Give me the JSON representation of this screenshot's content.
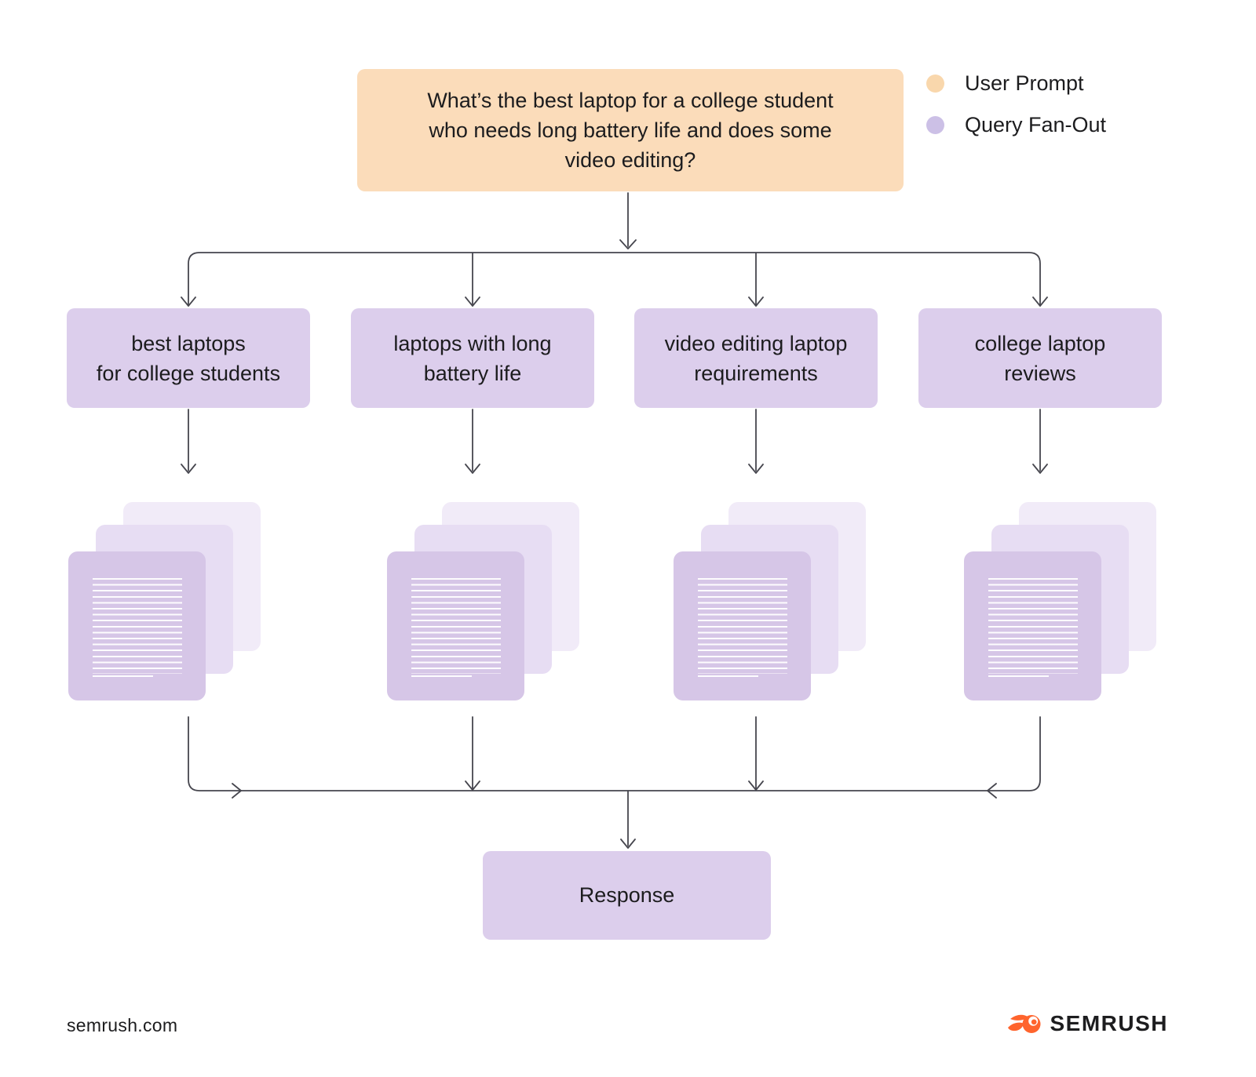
{
  "legend": {
    "items": [
      {
        "id": "user-prompt",
        "label": "User Prompt",
        "color": "#F9D7AC"
      },
      {
        "id": "query-fan-out",
        "label": "Query Fan-Out",
        "color": "#CCC0E6"
      }
    ]
  },
  "diagram": {
    "user_prompt": {
      "lines": [
        "What’s the best laptop for a college student",
        "who needs long battery life and does some",
        "video editing?"
      ]
    },
    "queries": [
      {
        "line1": "best laptops",
        "line2": "for college students"
      },
      {
        "line1": "laptops with long",
        "line2": "battery life"
      },
      {
        "line1": "video editing laptop",
        "line2": "requirements"
      },
      {
        "line1": "college laptop",
        "line2": "reviews"
      }
    ],
    "response_label": "Response"
  },
  "icons": {
    "documents": "document-stack-icon",
    "legend_user_prompt": "orange-dot-icon",
    "legend_query_fan_out": "purple-dot-icon",
    "brand": "semrush-flame-icon"
  },
  "footer": {
    "website": "semrush.com",
    "brand": "SEMRUSH"
  },
  "colors": {
    "user_prompt_fill": "#FBDCBA",
    "query_fill": "#DCCEEC",
    "legend_user_prompt": "#F9D7AC",
    "legend_query": "#CCC0E6",
    "doc_front": "#D6C6E7",
    "doc_mid": "#E7DDF3",
    "doc_back": "#F1EBF8",
    "connector": "#46464E",
    "text": "#1C1C1E",
    "brand_orange": "#FF642D"
  }
}
